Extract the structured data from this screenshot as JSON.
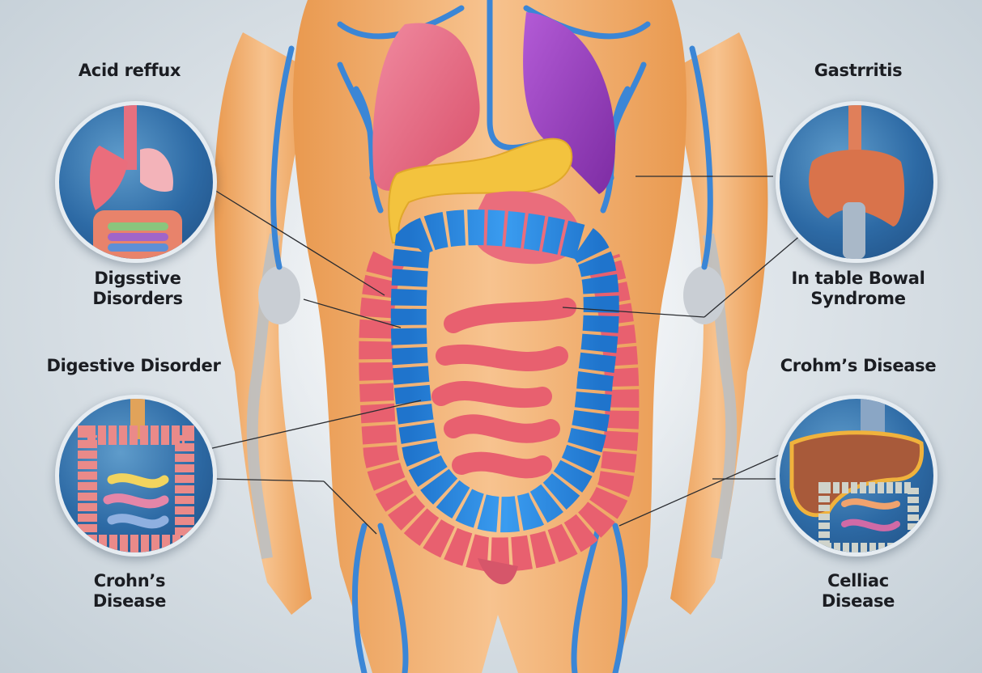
{
  "diagram": {
    "subject": "Human torso digestive system illustration",
    "colors": {
      "background": "#d6dee4",
      "skin": "#f2b078",
      "vessels": "#3b86d6",
      "large_intestine_blue": "#2a86dc",
      "intestine_pink": "#e8606f",
      "liver_pink": "#e66a80",
      "spleen_purple": "#9b3fbf",
      "pancreas_yellow": "#f3c33e",
      "label_text": "#1b1d22",
      "circle_bg": "#2d6aa5",
      "circle_border": "#e6ecf1"
    }
  },
  "labels": {
    "top_left": "Acid reffux",
    "mid_left_line1": "Digsstive",
    "mid_left_line2": "Disorders",
    "center_left": "Digestive Disorder",
    "bottom_left_line1": "Crohn’s",
    "bottom_left_line2": "Disease",
    "top_right": "Gastrritis",
    "mid_right_line1": "In table Bowal",
    "mid_right_line2": "Syndrome",
    "center_right": "Crohm’s Disease",
    "bottom_right_line1": "Celliac",
    "bottom_right_line2": "Disease"
  },
  "callouts": [
    {
      "id": "acid-reflux",
      "depicts": "esophagus, stomach and intestines"
    },
    {
      "id": "gastritis",
      "depicts": "stomach with esophagus"
    },
    {
      "id": "digestive-disorder",
      "depicts": "colon with coiled small intestine"
    },
    {
      "id": "celiac",
      "depicts": "liver over small intestine"
    }
  ]
}
